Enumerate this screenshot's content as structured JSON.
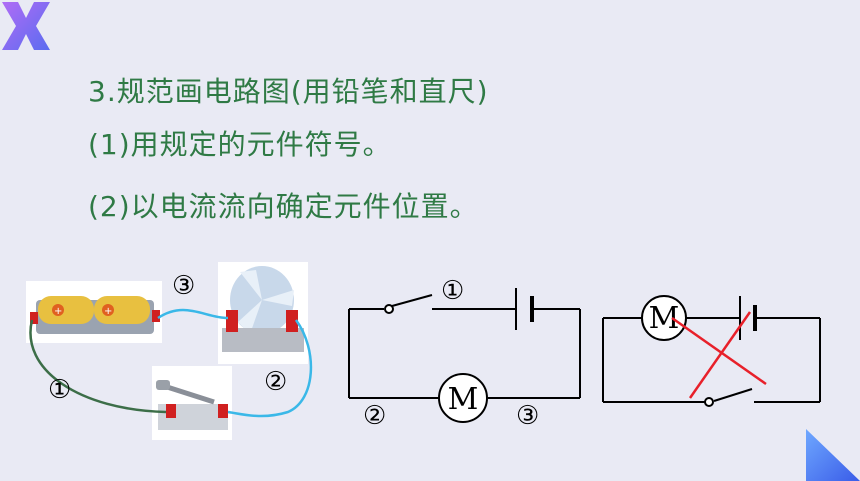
{
  "text": {
    "title": "3.规范画电路图(用铅笔和直尺)",
    "item1": "(1)用规定的元件符号。",
    "item2": "(2)以电流流向确定元件位置。"
  },
  "photo": {
    "label_1": "①",
    "label_2": "②",
    "label_3": "③"
  },
  "circuit_a": {
    "switch_label": "①",
    "motor_symbol": "M",
    "label_left": "②",
    "label_right": "③"
  },
  "circuit_b": {
    "motor_symbol": "M"
  },
  "colors": {
    "background": "#e9eaf4",
    "text": "#2f7a45",
    "logo": "#8a5cf0",
    "wrong_mark": "#e8202a",
    "wire_blue": "#3ab8e8",
    "wire_green": "#3c6e48"
  }
}
